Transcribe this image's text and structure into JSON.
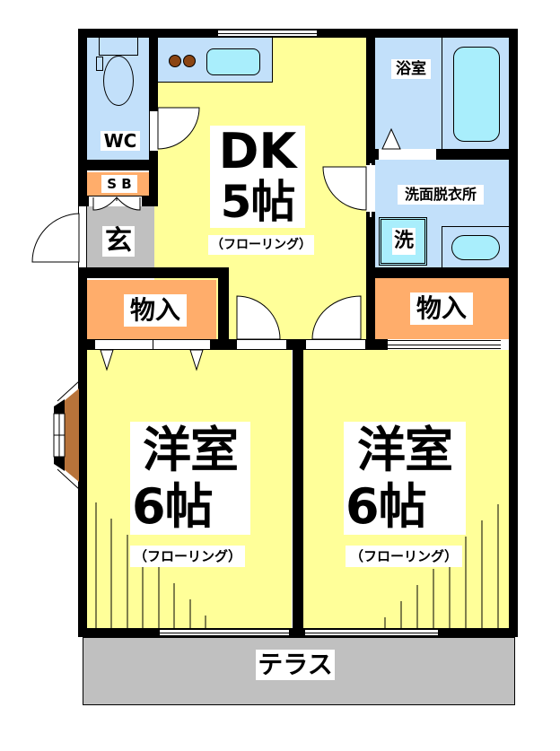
{
  "floor_plan": {
    "rooms": {
      "wc": {
        "label": "WC"
      },
      "sb": {
        "label": "S B"
      },
      "entrance": {
        "label": "玄"
      },
      "dk": {
        "label_line1": "DK",
        "label_line2": "5帖",
        "flooring": "（フローリング）"
      },
      "bath": {
        "label": "浴室"
      },
      "washroom": {
        "label": "洗面脱衣所",
        "washer_label": "洗"
      },
      "closet_left": {
        "label": "物入"
      },
      "closet_right": {
        "label": "物入"
      },
      "western_room_left": {
        "label_line1": "洋室",
        "label_line2": "6帖",
        "flooring": "（フローリング）"
      },
      "western_room_right": {
        "label_line1": "洋室",
        "label_line2": "6帖",
        "flooring": "（フローリング）"
      },
      "terrace": {
        "label": "テラス"
      }
    },
    "colors": {
      "living": "#ffff99",
      "wet_area": "#c2e0fa",
      "storage": "#ffad6b",
      "entrance": "#c0c0c0",
      "fixture": "#a9eefc",
      "bay_window": "#b8733a",
      "wall": "#000000"
    }
  }
}
